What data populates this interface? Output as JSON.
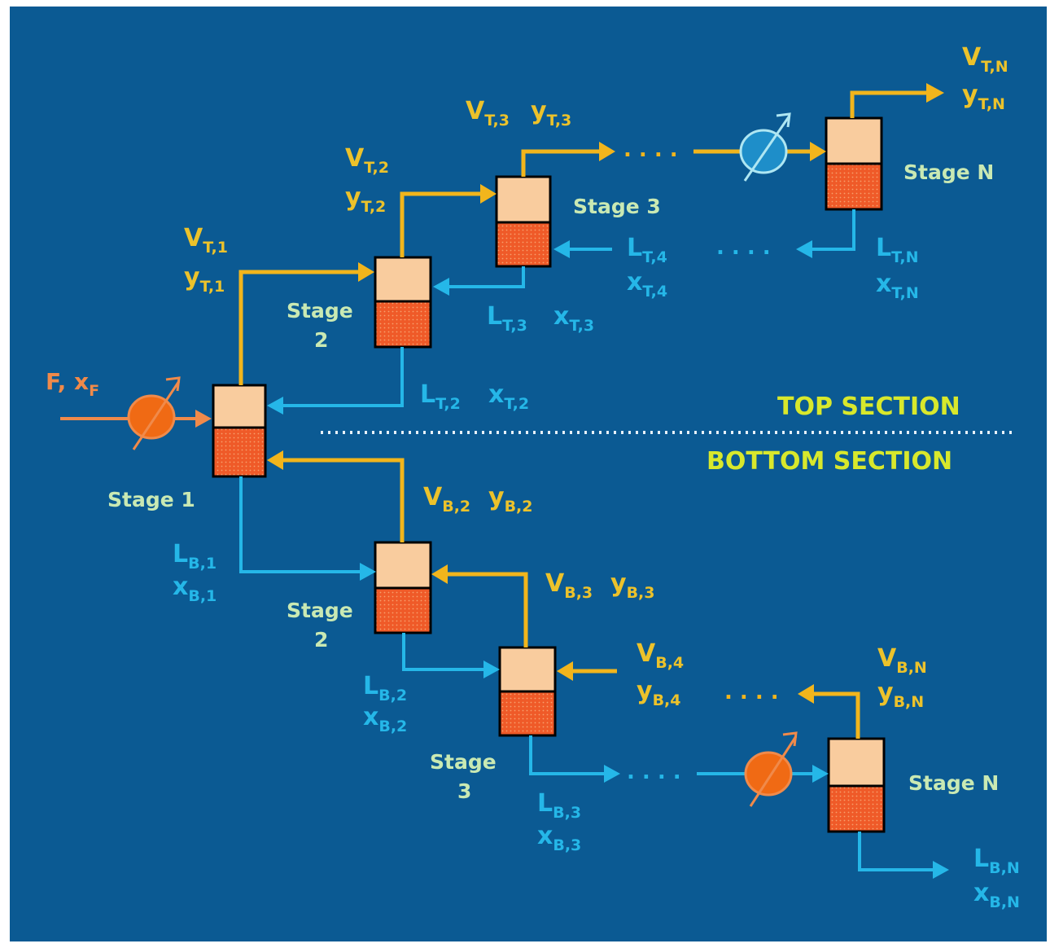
{
  "colors": {
    "background": "#0b5a93",
    "vapor_stream": "#f2b51c",
    "liquid_stream": "#25b7e8",
    "feed_stream": "#f08a4a",
    "stage_top": "#f9cc9e",
    "stage_bottom": "#ef5a28",
    "heater": "#f06a14",
    "cooler": "#1e8ec9",
    "section_label": "#d8e82c",
    "stage_label": "#c9e9b3"
  },
  "sections": {
    "top": "TOP SECTION",
    "bottom": "BOTTOM SECTION"
  },
  "feed": {
    "main": "F, x",
    "sub": "F"
  },
  "stages": {
    "s1": "Stage 1",
    "t2": [
      "Stage",
      "2"
    ],
    "t3": "Stage 3",
    "tn": "Stage N",
    "b2": [
      "Stage",
      "2"
    ],
    "b3": [
      "Stage",
      "3"
    ],
    "bn": "Stage N"
  },
  "streams": {
    "vt1": {
      "v": "V",
      "vs": "T,1",
      "y": "y",
      "ys": "T,1"
    },
    "vt2": {
      "v": "V",
      "vs": "T,2",
      "y": "y",
      "ys": "T,2"
    },
    "vt3": {
      "v": "V",
      "vs": "T,3",
      "y": "y",
      "ys": "T,3"
    },
    "vtn": {
      "v": "V",
      "vs": "T,N",
      "y": "y",
      "ys": "T,N"
    },
    "lt2": {
      "l": "L",
      "ls": "T,2",
      "x": "x",
      "xs": "T,2"
    },
    "lt3": {
      "l": "L",
      "ls": "T,3",
      "x": "x",
      "xs": "T,3"
    },
    "lt4": {
      "l": "L",
      "ls": "T,4",
      "x": "x",
      "xs": "T,4"
    },
    "ltn": {
      "l": "L",
      "ls": "T,N",
      "x": "x",
      "xs": "T,N"
    },
    "vb2": {
      "v": "V",
      "vs": "B,2",
      "y": "y",
      "ys": "B,2"
    },
    "vb3": {
      "v": "V",
      "vs": "B,3",
      "y": "y",
      "ys": "B,3"
    },
    "vb4": {
      "v": "V",
      "vs": "B,4",
      "y": "y",
      "ys": "B,4"
    },
    "vbn": {
      "v": "V",
      "vs": "B,N",
      "y": "y",
      "ys": "B,N"
    },
    "lb1": {
      "l": "L",
      "ls": "B,1",
      "x": "x",
      "xs": "B,1"
    },
    "lb2": {
      "l": "L",
      "ls": "B,2",
      "x": "x",
      "xs": "B,2"
    },
    "lb3": {
      "l": "L",
      "ls": "B,3",
      "x": "x",
      "xs": "B,3"
    },
    "lbn": {
      "l": "L",
      "ls": "B,N",
      "x": "x",
      "xs": "B,N"
    }
  },
  "continuation": ". . . ."
}
